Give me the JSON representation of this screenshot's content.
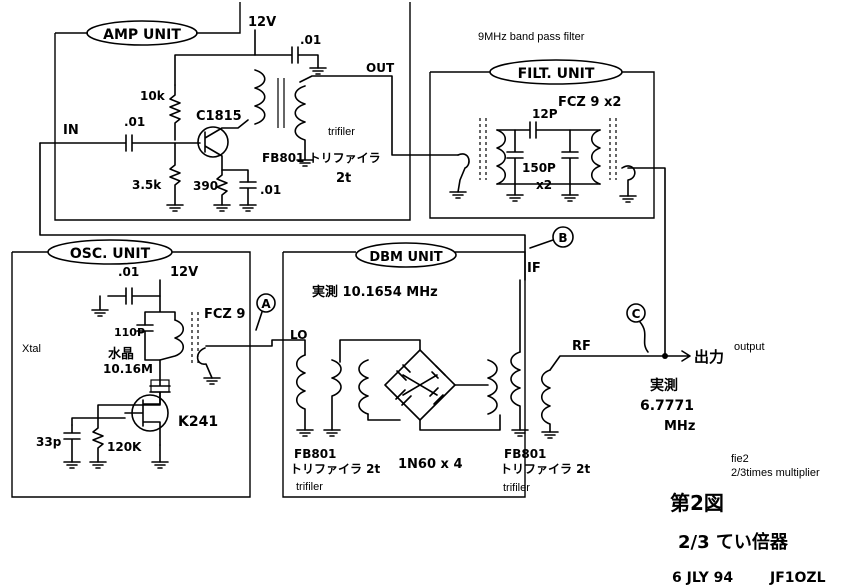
{
  "units": {
    "amp": "AMP UNIT",
    "filt": "FILT. UNIT",
    "osc": "OSC. UNIT",
    "dbm": "DBM UNIT"
  },
  "notes": {
    "bpf": "9MHz band pass filter",
    "trifiler_amp": "trifiler",
    "xtal": "Xtal",
    "trifiler_l": "trifiler",
    "trifiler_r": "trifiler",
    "output": "output",
    "fig": "fie2",
    "fig_desc": "2/3times multiplier"
  },
  "amp": {
    "vcc": "12V",
    "cap_top": ".01",
    "out": "OUT",
    "r_top": "10k",
    "transistor": "C1815",
    "in": "IN",
    "cap_in": ".01",
    "r_bot": "3.5k",
    "r_em": "390",
    "cap_em": ".01",
    "trans": "FB801 トリファイラ",
    "turns": "2t"
  },
  "filt": {
    "fcz": "FCZ 9 x2",
    "cap_series": "12P",
    "cap_shunt": "150P",
    "x2": "x2"
  },
  "osc": {
    "cap": ".01",
    "vcc": "12V",
    "cap_110": "110P",
    "fcz": "FCZ 9",
    "xtal_label": "水晶",
    "xtal_freq": "10.16M",
    "fet": "K241",
    "cap_33": "33p",
    "r_120": "120K"
  },
  "dbm": {
    "measured": "実測 10.1654 MHz",
    "lo": "LO",
    "if": "IF",
    "rf": "RF",
    "trans_l": "FB801",
    "trans_l2": "トリファイラ 2t",
    "diodes": "1N60 x 4",
    "trans_r": "FB801",
    "trans_r2": "トリファイラ 2t"
  },
  "markers": {
    "a": "A",
    "b": "B",
    "c": "C"
  },
  "output": {
    "label": "出力",
    "measured": "実測",
    "freq": "6.7771",
    "unit": "MHz"
  },
  "footer": {
    "fig_no": "第2図",
    "title": "2/3 てい倍器",
    "date": "6 JLY 94",
    "call": "JF1OZL"
  }
}
